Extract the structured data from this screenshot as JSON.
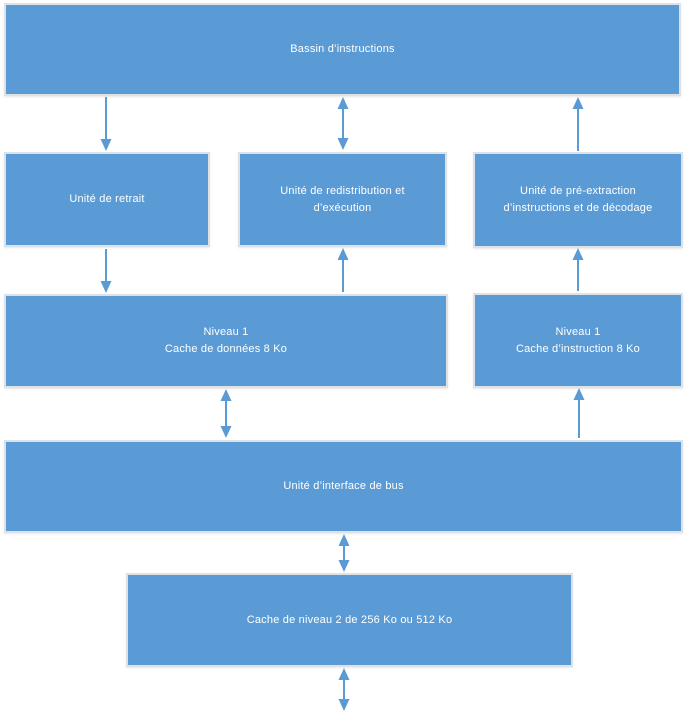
{
  "colors": {
    "box_fill": "#5B9BD5",
    "box_border": "#dee2e6",
    "arrow": "#5B9BD5",
    "text": "#ffffff",
    "background": "#ffffff"
  },
  "diagram": {
    "nodes": {
      "bassin": {
        "label": "Bassin d’instructions"
      },
      "retrait": {
        "label": "Unité de retrait"
      },
      "redistribution": {
        "label": "Unité de redistribution et\nd’exécution"
      },
      "preextraction": {
        "label": "Unité de pré-extraction\nd’instructions et de décodage"
      },
      "cache_donnees": {
        "label": "Niveau 1\nCache de données 8 Ko"
      },
      "cache_instruction": {
        "label": "Niveau 1\nCache d’instruction 8 Ko"
      },
      "interface_bus": {
        "label": "Unité d’interface de bus"
      },
      "cache_niveau2": {
        "label": "Cache de niveau 2 de 256 Ko ou 512 Ko"
      }
    },
    "connectors": [
      {
        "from": "bassin",
        "to": "retrait",
        "direction": "down"
      },
      {
        "from": "bassin",
        "to": "redistribution",
        "direction": "both"
      },
      {
        "from": "preextraction",
        "to": "bassin",
        "direction": "up"
      },
      {
        "from": "retrait",
        "to": "cache_donnees",
        "direction": "down"
      },
      {
        "from": "cache_donnees",
        "to": "redistribution",
        "direction": "up"
      },
      {
        "from": "cache_instruction",
        "to": "preextraction",
        "direction": "up"
      },
      {
        "from": "cache_donnees",
        "to": "interface_bus",
        "direction": "both"
      },
      {
        "from": "interface_bus",
        "to": "cache_instruction",
        "direction": "up"
      },
      {
        "from": "interface_bus",
        "to": "cache_niveau2",
        "direction": "both"
      },
      {
        "from": "cache_niveau2",
        "to": "external_bus",
        "direction": "both"
      }
    ]
  }
}
